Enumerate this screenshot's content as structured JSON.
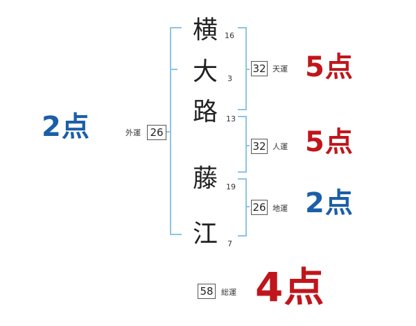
{
  "name_chars": [
    {
      "char": "横",
      "strokes": "16"
    },
    {
      "char": "大",
      "strokes": "3"
    },
    {
      "char": "路",
      "strokes": "13"
    },
    {
      "char": "藤",
      "strokes": "19"
    },
    {
      "char": "江",
      "strokes": "7"
    }
  ],
  "fortunes": {
    "gaiun": {
      "label": "外運",
      "value": "26",
      "score": "2点",
      "color": "#1a5fa8"
    },
    "tenun": {
      "label": "天運",
      "value": "32",
      "score": "5点",
      "color": "#c0161b"
    },
    "jinun": {
      "label": "人運",
      "value": "32",
      "score": "5点",
      "color": "#c0161b"
    },
    "chiun": {
      "label": "地運",
      "value": "26",
      "score": "2点",
      "color": "#1a5fa8"
    },
    "souun": {
      "label": "総運",
      "value": "58",
      "score": "4点",
      "color": "#c0161b"
    }
  },
  "colors": {
    "bracket": "#8cc4e4",
    "box_border": "#555555",
    "text": "#222222"
  }
}
